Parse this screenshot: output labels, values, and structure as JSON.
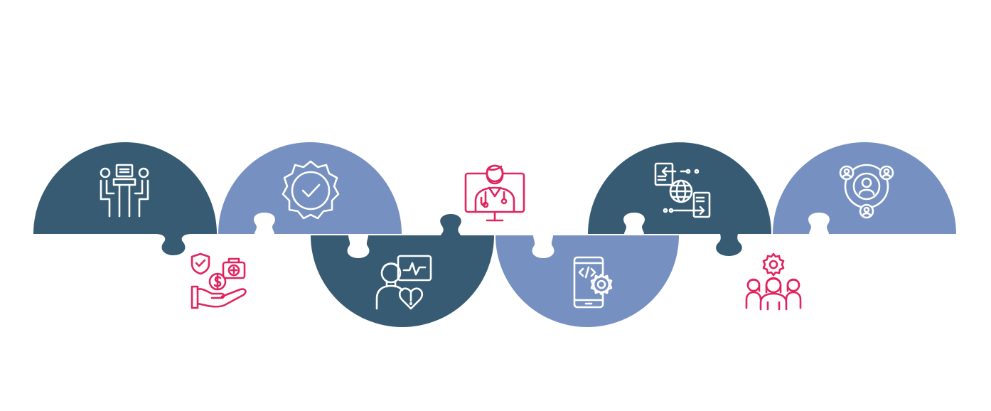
{
  "colors": {
    "background": "#ffffff",
    "dark_piece": "#365b73",
    "light_piece": "#7691c1",
    "icon_on_piece": "#ffffff",
    "icon_accent": "#e0245e"
  },
  "pieces": [
    {
      "id": "top-1",
      "row": "top",
      "color": "dark",
      "icon": "meeting-at-desk-icon"
    },
    {
      "id": "top-2",
      "row": "top",
      "color": "light",
      "icon": "quality-badge-icon"
    },
    {
      "id": "top-3",
      "row": "top",
      "color": "dark",
      "icon": "data-exchange-globe-icon"
    },
    {
      "id": "top-4",
      "row": "top",
      "color": "light",
      "icon": "user-network-icon"
    },
    {
      "id": "bottom-1",
      "row": "bottom",
      "color": "dark",
      "icon": "patient-heart-monitor-icon"
    },
    {
      "id": "bottom-2",
      "row": "bottom",
      "color": "light",
      "icon": "mobile-app-development-icon"
    }
  ],
  "floating_icons": [
    {
      "id": "insurance-care",
      "icon": "health-insurance-icon"
    },
    {
      "id": "telehealth",
      "icon": "telemedicine-doctor-icon"
    },
    {
      "id": "team",
      "icon": "team-settings-icon"
    }
  ]
}
